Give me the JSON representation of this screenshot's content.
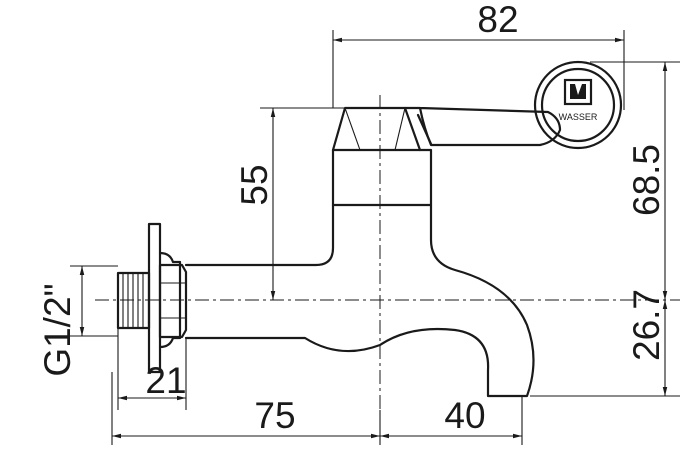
{
  "dimensions": {
    "top_width": "82",
    "overall_height": "68.5",
    "handle_height": "55",
    "spout_drop": "26.7",
    "thread": "G1/2\"",
    "flange": "21",
    "inlet_length": "75",
    "spout_reach": "40"
  },
  "logo": {
    "brand": "WASSER"
  }
}
